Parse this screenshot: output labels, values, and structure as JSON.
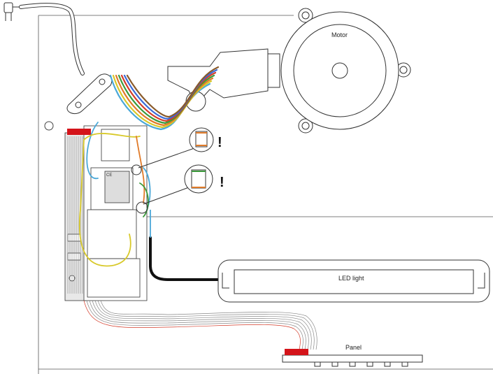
{
  "labels": {
    "motor": "Motor",
    "led_light": "LED light",
    "panel": "Panel",
    "warning_1": "!",
    "warning_2": "!",
    "pcb_code": "CE"
  },
  "colors": {
    "line": "#333333",
    "connector_red": "#d4141a",
    "wire_blue": "#4aa8d8",
    "wire_yellow": "#d8c92a",
    "wire_orange": "#e07a28",
    "wire_green": "#3a9a3a",
    "wire_red": "#d43c2a",
    "wire_black": "#111111",
    "wire_brown": "#8a5a2a",
    "wire_grey": "#9a9a9a"
  }
}
